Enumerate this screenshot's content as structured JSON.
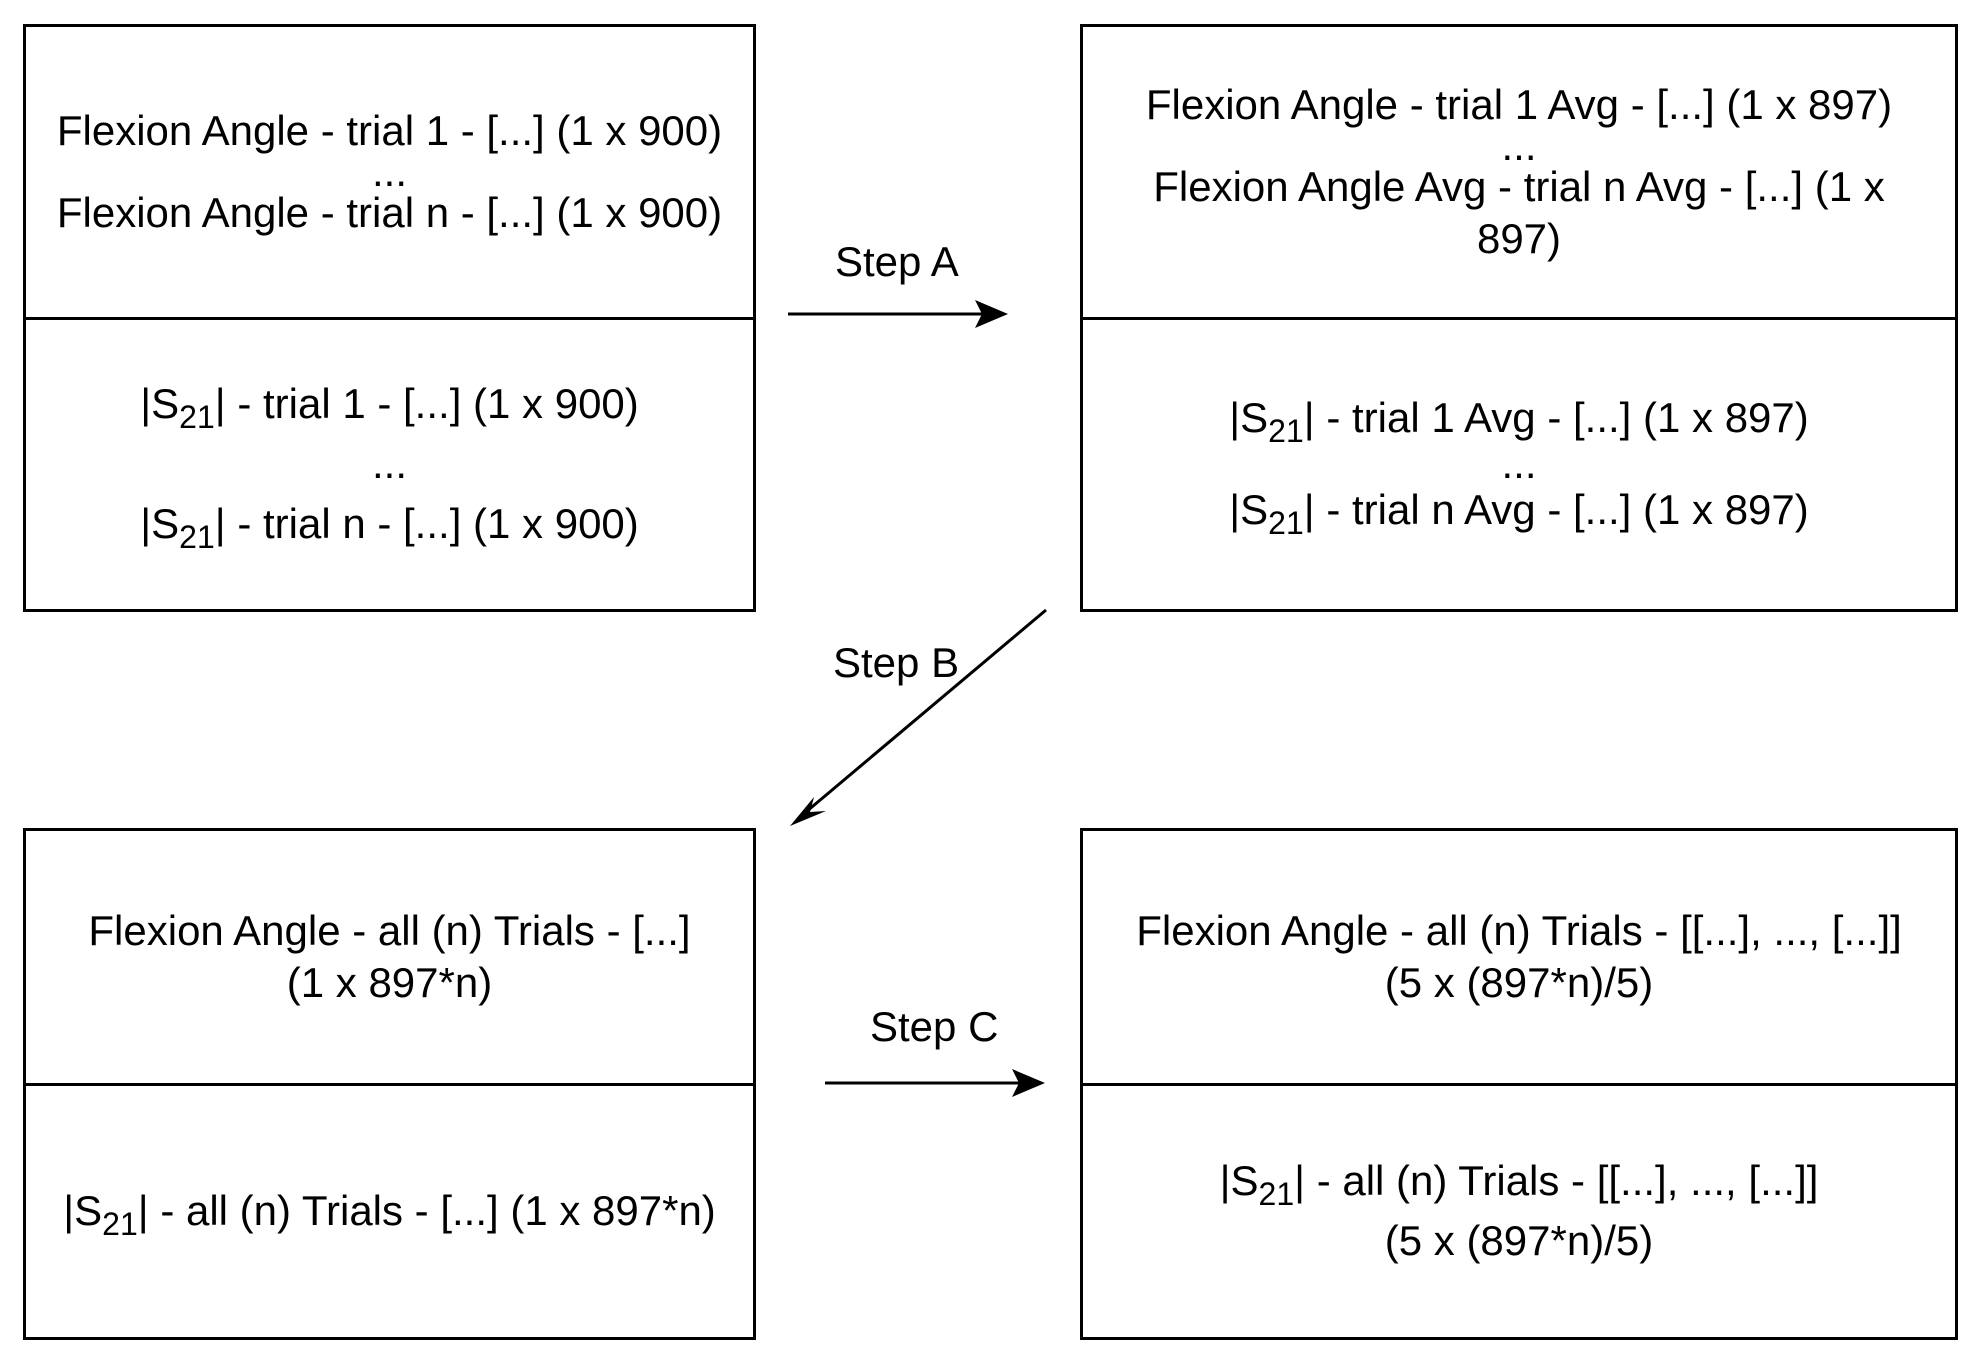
{
  "boxes": {
    "top_left": {
      "top": {
        "lines": [
          "Flexion Angle - trial 1 - [...] (1 x 900)",
          "...",
          "Flexion Angle - trial n - [...] (1 x 900)"
        ]
      },
      "bottom": {
        "lines": [
          {
            "pre": "|S",
            "sub": "21",
            "post": "| - trial 1 - [...] (1 x 900)"
          },
          "...",
          {
            "pre": "|S",
            "sub": "21",
            "post": "| - trial n - [...] (1 x 900)"
          }
        ]
      }
    },
    "top_right": {
      "top": {
        "lines": [
          "Flexion Angle - trial 1 Avg - [...] (1 x 897)",
          "...",
          "Flexion Angle Avg - trial n Avg  - [...] (1 x 897)"
        ]
      },
      "bottom": {
        "lines": [
          {
            "pre": "|S",
            "sub": "21",
            "post": "| - trial 1 Avg - [...] (1 x 897)"
          },
          "...",
          {
            "pre": "|S",
            "sub": "21",
            "post": "| - trial n Avg - [...] (1 x 897)"
          }
        ]
      }
    },
    "bottom_left": {
      "top": {
        "lines": [
          "Flexion Angle - all (n) Trials - [...]",
          "(1 x 897*n)"
        ]
      },
      "bottom": {
        "lines": [
          {
            "pre": "|S",
            "sub": "21",
            "post": "| - all (n) Trials - [...] (1 x 897*n)"
          }
        ]
      }
    },
    "bottom_right": {
      "top": {
        "lines": [
          "Flexion Angle - all (n) Trials - [[...], ..., [...]]",
          "(5 x (897*n)/5)"
        ]
      },
      "bottom": {
        "lines": [
          {
            "pre": "|S",
            "sub": "21",
            "post": "| - all (n) Trials - [[...], ..., [...]]"
          },
          "(5 x (897*n)/5)"
        ]
      }
    }
  },
  "steps": {
    "a": "Step A",
    "b": "Step B",
    "c": "Step C"
  }
}
